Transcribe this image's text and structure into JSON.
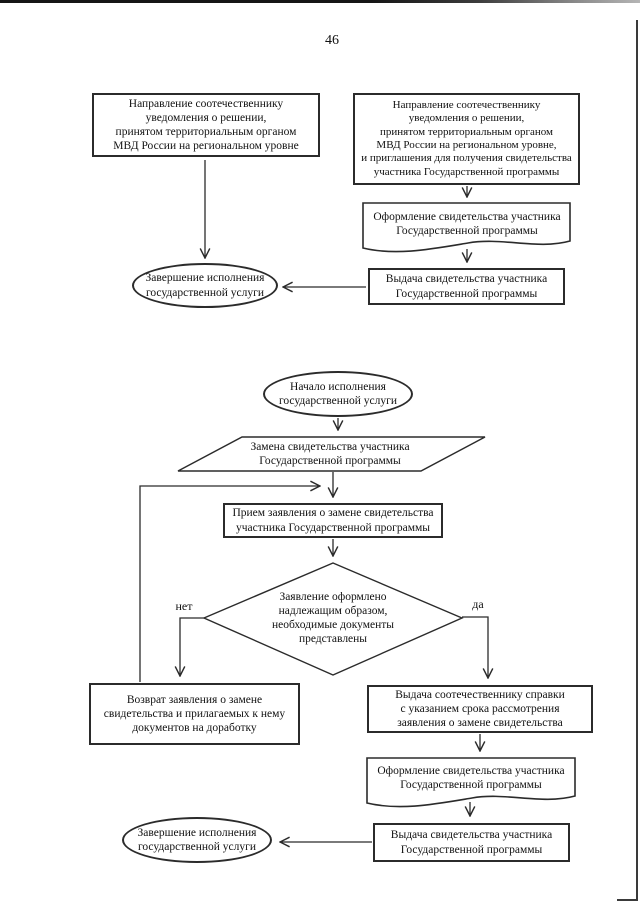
{
  "page_number": "46",
  "colors": {
    "line": "#2b2b2b",
    "background": "#ffffff"
  },
  "decision_labels": {
    "no": "нет",
    "yes": "да"
  },
  "flow_top": {
    "notify_regional": "Направление соотечественнику\nуведомления о решении,\nпринятом территориальным органом\nМВД России на региональном уровне",
    "notify_invitation": "Направление соотечественнику\nуведомления о решении,\nпринятом территориальным органом\nМВД России на региональном уровне,\nи приглашения для получения свидетельства\nучастника Государственной программы",
    "issue_certificate": "Оформление свидетельства участника\nГосударственной программы",
    "handout_certificate": "Выдача свидетельства участника\nГосударственной программы",
    "end": "Завершение исполнения\nгосударственной услуги"
  },
  "flow_bottom": {
    "start": "Начало исполнения\nгосударственной услуги",
    "replace_certificate": "Замена свидетельства участника\nГосударственной программы",
    "accept_application": "Прием заявления о замене свидетельства\nучастника Государственной программы",
    "decision": "Заявление оформлено\nнадлежащим образом,\nнеобходимые документы\nпредставлены",
    "return_application": "Возврат заявления о замене\nсвидетельства и прилагаемых к нему\nдокументов на доработку",
    "issue_reference": "Выдача соотечественнику справки\nс указанием срока рассмотрения\nзаявления о замене свидетельства",
    "issue_certificate": "Оформление свидетельства участника\nГосударственной программы",
    "handout_certificate": "Выдача свидетельства участника\nГосударственной программы",
    "end": "Завершение исполнения\nгосударственной услуги"
  }
}
